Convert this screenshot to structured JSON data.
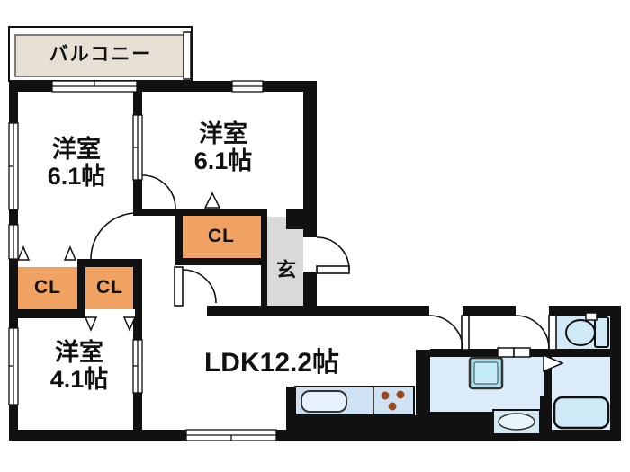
{
  "plan": {
    "type": "apartment-floor-plan",
    "balcony": {
      "label": "バルコニー"
    },
    "rooms": [
      {
        "id": "bedroom-northwest",
        "name": "洋室",
        "size": "6.1帖"
      },
      {
        "id": "bedroom-north",
        "name": "洋室",
        "size": "6.1帖"
      },
      {
        "id": "bedroom-southwest",
        "name": "洋室",
        "size": "4.1帖"
      },
      {
        "id": "ldk",
        "name": "LDK",
        "size": "12.2帖"
      }
    ],
    "closets": [
      {
        "id": "closet-west-1",
        "label": "CL"
      },
      {
        "id": "closet-west-2",
        "label": "CL"
      },
      {
        "id": "closet-center",
        "label": "CL"
      }
    ],
    "entrance": {
      "label": "玄"
    },
    "fixtures": [
      "kitchen-counter",
      "kitchen-sink",
      "stove-burners",
      "vanity-unit",
      "laundry-pan",
      "bathtub",
      "toilet"
    ],
    "colors": {
      "wall": "#111111",
      "balcony_floor": "#e7e0d4",
      "closet_fill": "#f0a263",
      "entrance_floor": "#d9d9d9",
      "wet_area_floor": "#dcebf8",
      "fixture_blue": "#cfe9f6",
      "vanity_cyan": "#a9e0ee",
      "counter_blue": "#cfe2f4",
      "burner_brown": "#9a4a20"
    }
  }
}
